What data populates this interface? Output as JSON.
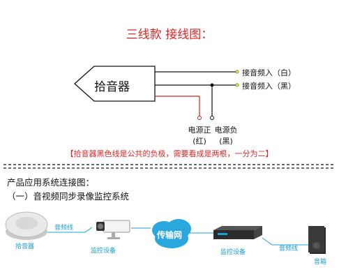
{
  "title": "三线款 接线图：",
  "device_label": "拾音器",
  "wires": {
    "white": "接音频入（白）",
    "black": "接音频入（黑）",
    "power_pos_line1": "电源正",
    "power_pos_line2": "(红)",
    "power_neg_line1": "电源负",
    "power_neg_line2": "(黑)"
  },
  "note": "【拾音器黑色线是公共的负极，需要看成是两根，一分为二】",
  "section_title": "产品应用系统连接图：",
  "subsection_title": "（一）音视频同步录像监控系统",
  "system": {
    "mic_label": "拾音器",
    "audio_line_1": "音频线",
    "camera_label": "监控设备",
    "network_label": "传输网",
    "recorder_label": "监控设备",
    "audio_line_2": "音频线",
    "speaker_label": "音箱"
  },
  "colors": {
    "title": "#e22424",
    "wire": "#111111",
    "red_wire": "#cc2222",
    "accent": "#1aa0d8",
    "network": "#2aa7dd"
  }
}
